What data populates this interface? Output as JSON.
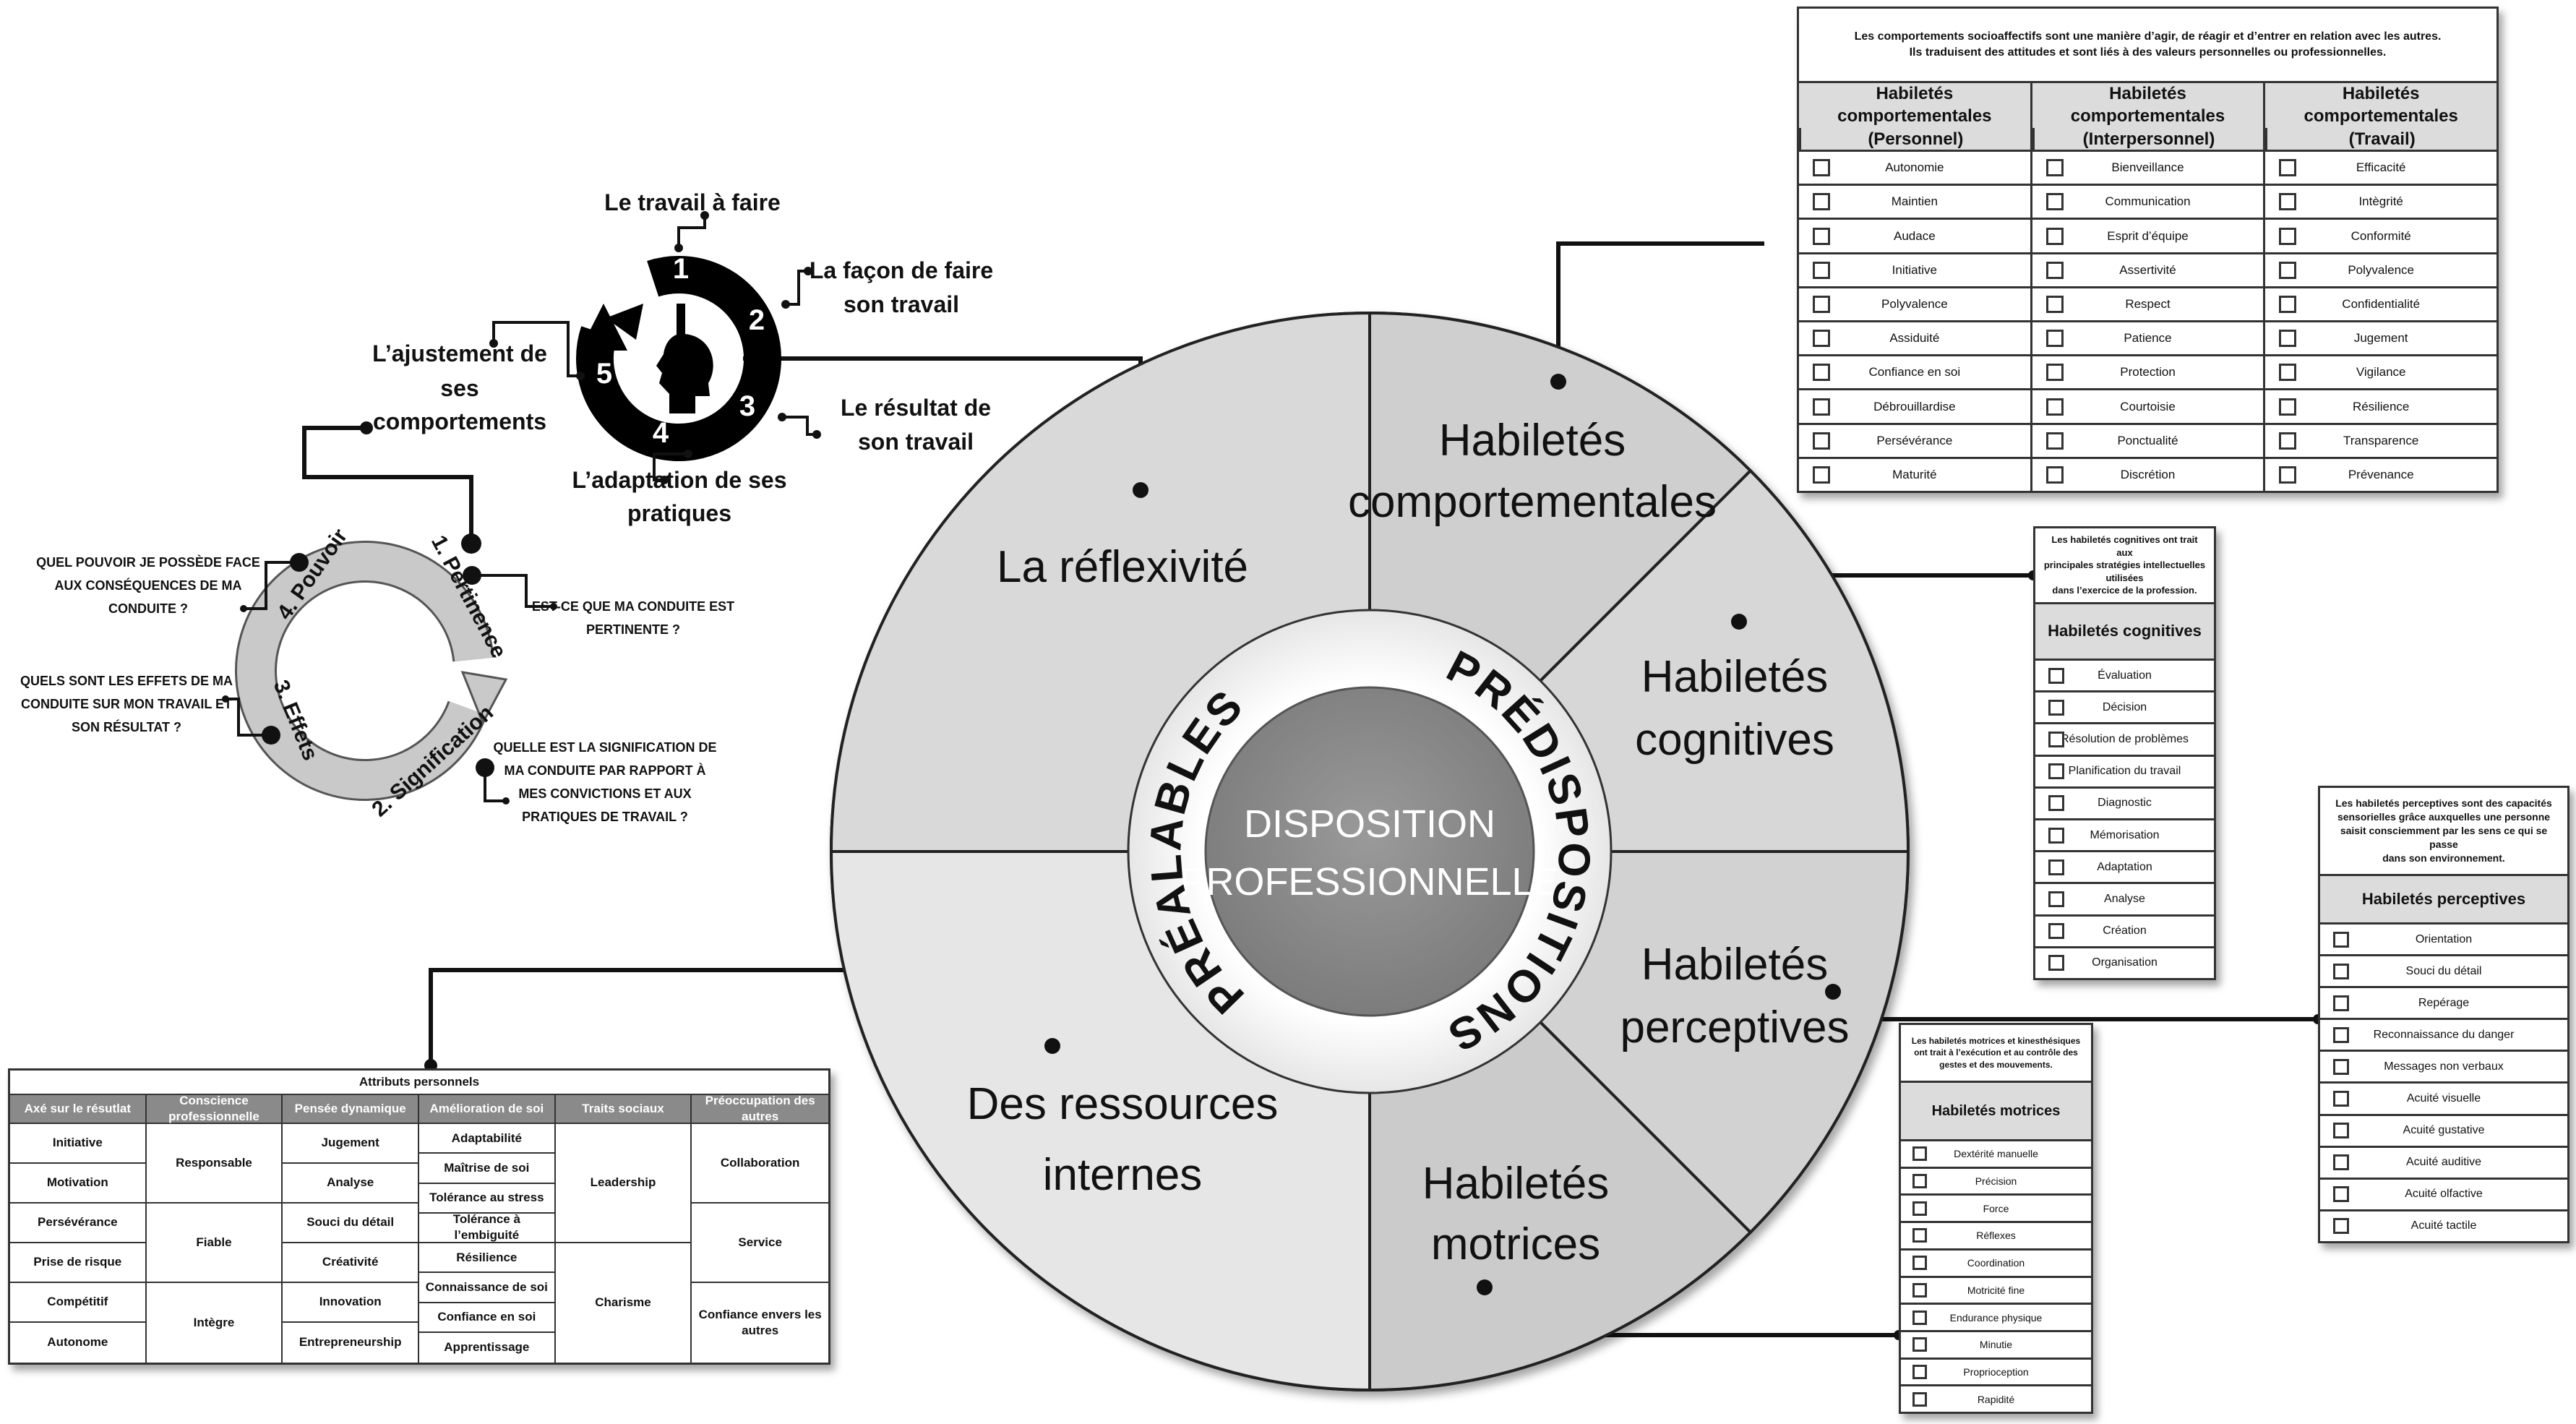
{
  "center": {
    "line1": "DISPOSITION",
    "line2": "PROFESSIONNELLE"
  },
  "ring": {
    "left": "PRÉALABLES",
    "right": "PRÉDISPOSITIONS"
  },
  "sectors": {
    "reflexivite": "La réflexivité",
    "ressources": {
      "line1": "Des ressources",
      "line2": "internes"
    },
    "comportementales": {
      "line1": "Habiletés",
      "line2": "comportementales"
    },
    "cognitives": {
      "line1": "Habiletés",
      "line2": "cognitives"
    },
    "perceptives": {
      "line1": "Habiletés",
      "line2": "perceptives"
    },
    "motrices": {
      "line1": "Habiletés",
      "line2": "motrices"
    }
  },
  "cycle": {
    "numbers": [
      "1",
      "2",
      "3",
      "4",
      "5"
    ],
    "steps": {
      "s1": "Le travail à faire",
      "s2": [
        "La façon de faire",
        "son travail"
      ],
      "s3": [
        "Le résultat de",
        "son travail"
      ],
      "s4": [
        "L’adaptation de ses",
        "pratiques"
      ],
      "s5": [
        "L’ajustement de",
        "ses",
        "comportements"
      ]
    }
  },
  "reflection": {
    "stages": [
      "1. Pertinence",
      "2. Signification",
      "3. Effets",
      "4. Pouvoir"
    ],
    "questions": {
      "q1": [
        "Est-ce que ma conduite est",
        "pertinente ?"
      ],
      "q2": [
        "Quelle est la signification de",
        "ma conduite par rapport à",
        "mes convictions et aux",
        "pratiques de travail ?"
      ],
      "q3": [
        "Quels sont les effets de ma",
        "conduite sur mon travail et",
        "son résultat ?"
      ],
      "q4": [
        "Quel pouvoir je possède face",
        "aux conséquences de ma",
        "conduite ?"
      ]
    }
  },
  "tables": {
    "comportementales": {
      "description": [
        "Les comportements socioaffectifs sont une manière d’agir, de réagir et d’entrer en relation avec les autres.",
        "Ils traduisent des attitudes et sont liés à des valeurs personnelles ou professionnelles."
      ],
      "columns": [
        {
          "header": [
            "Habiletés comportementales",
            "(Personnel)"
          ],
          "items": [
            "Autonomie",
            "Maintien",
            "Audace",
            "Initiative",
            "Polyvalence",
            "Assiduité",
            "Confiance en soi",
            "Débrouillardise",
            "Persévérance",
            "Maturité"
          ]
        },
        {
          "header": [
            "Habiletés comportementales",
            "(Interpersonnel)"
          ],
          "items": [
            "Bienveillance",
            "Communication",
            "Esprit d’équipe",
            "Assertivité",
            "Respect",
            "Patience",
            "Protection",
            "Courtoisie",
            "Ponctualité",
            "Discrétion"
          ]
        },
        {
          "header": [
            "Habiletés comportementales",
            "(Travail)"
          ],
          "items": [
            "Efficacité",
            "Intègrité",
            "Conformité",
            "Polyvalence",
            "Confidentialité",
            "Jugement",
            "Vigilance",
            "Résilience",
            "Transparence",
            "Prévenance"
          ]
        }
      ]
    },
    "cognitives": {
      "description": [
        "Les habiletés cognitives ont trait aux",
        "principales stratégies intellectuelles utilisées",
        "dans l’exercice de la profession."
      ],
      "columns": [
        {
          "header": [
            "Habiletés cognitives"
          ],
          "items": [
            "Évaluation",
            "Décision",
            "Résolution de problèmes",
            "Planification du travail",
            "Diagnostic",
            "Mémorisation",
            "Adaptation",
            "Analyse",
            "Création",
            "Organisation"
          ]
        }
      ]
    },
    "perceptives": {
      "description": [
        "Les habiletés perceptives sont des capacités",
        "sensorielles grâce auxquelles une personne",
        "saisit consciemment par les sens ce qui se passe",
        "dans son environnement."
      ],
      "columns": [
        {
          "header": [
            "Habiletés perceptives"
          ],
          "items": [
            "Orientation",
            "Souci du détail",
            "Repérage",
            "Reconnaissance du danger",
            "Messages non verbaux",
            "Acuité visuelle",
            "Acuité gustative",
            "Acuité auditive",
            "Acuité olfactive",
            "Acuité tactile"
          ]
        }
      ]
    },
    "motrices": {
      "description": [
        "Les habiletés motrices et kinesthésiques",
        "ont trait à l’exécution et au contrôle des",
        "gestes et des mouvements."
      ],
      "columns": [
        {
          "header": [
            "Habiletés motrices"
          ],
          "items": [
            "Dextérité manuelle",
            "Précision",
            "Force",
            "Réflexes",
            "Coordination",
            "Motricité fine",
            "Endurance physique",
            "Minutie",
            "Proprioception",
            "Rapidité"
          ]
        }
      ]
    }
  },
  "attributs": {
    "title": "Attributs personnels",
    "columns": [
      {
        "header": "Axé sur le résutlat",
        "items": [
          "Initiative",
          "Motivation",
          "Persévérance",
          "Prise de risque",
          "Compétitif",
          "Autonome"
        ]
      },
      {
        "header": "Conscience professionnelle",
        "items": [
          "Responsable",
          "Fiable",
          "Intègre"
        ]
      },
      {
        "header": "Pensée dynamique",
        "items": [
          "Jugement",
          "Analyse",
          "Souci du détail",
          "Créativité",
          "Innovation",
          "Entrepreneurship"
        ]
      },
      {
        "header": "Amélioration de soi",
        "items": [
          "Adaptabilité",
          "Maîtrise de soi",
          "Tolérance au stress",
          "Tolérance à l’embiguité",
          "Résilience",
          "Connaissance de soi",
          "Confiance en soi",
          "Apprentissage"
        ]
      },
      {
        "header": "Traits sociaux",
        "items": [
          "Leadership",
          "Charisme"
        ]
      },
      {
        "header": "Préoccupation des autres",
        "items": [
          "Collaboration",
          "Service",
          "Confiance envers les autres"
        ]
      }
    ]
  },
  "colors": {
    "center": "#8c8c8c",
    "header_dark": "#8a8a8a",
    "header_light": "#dcdcdc"
  }
}
